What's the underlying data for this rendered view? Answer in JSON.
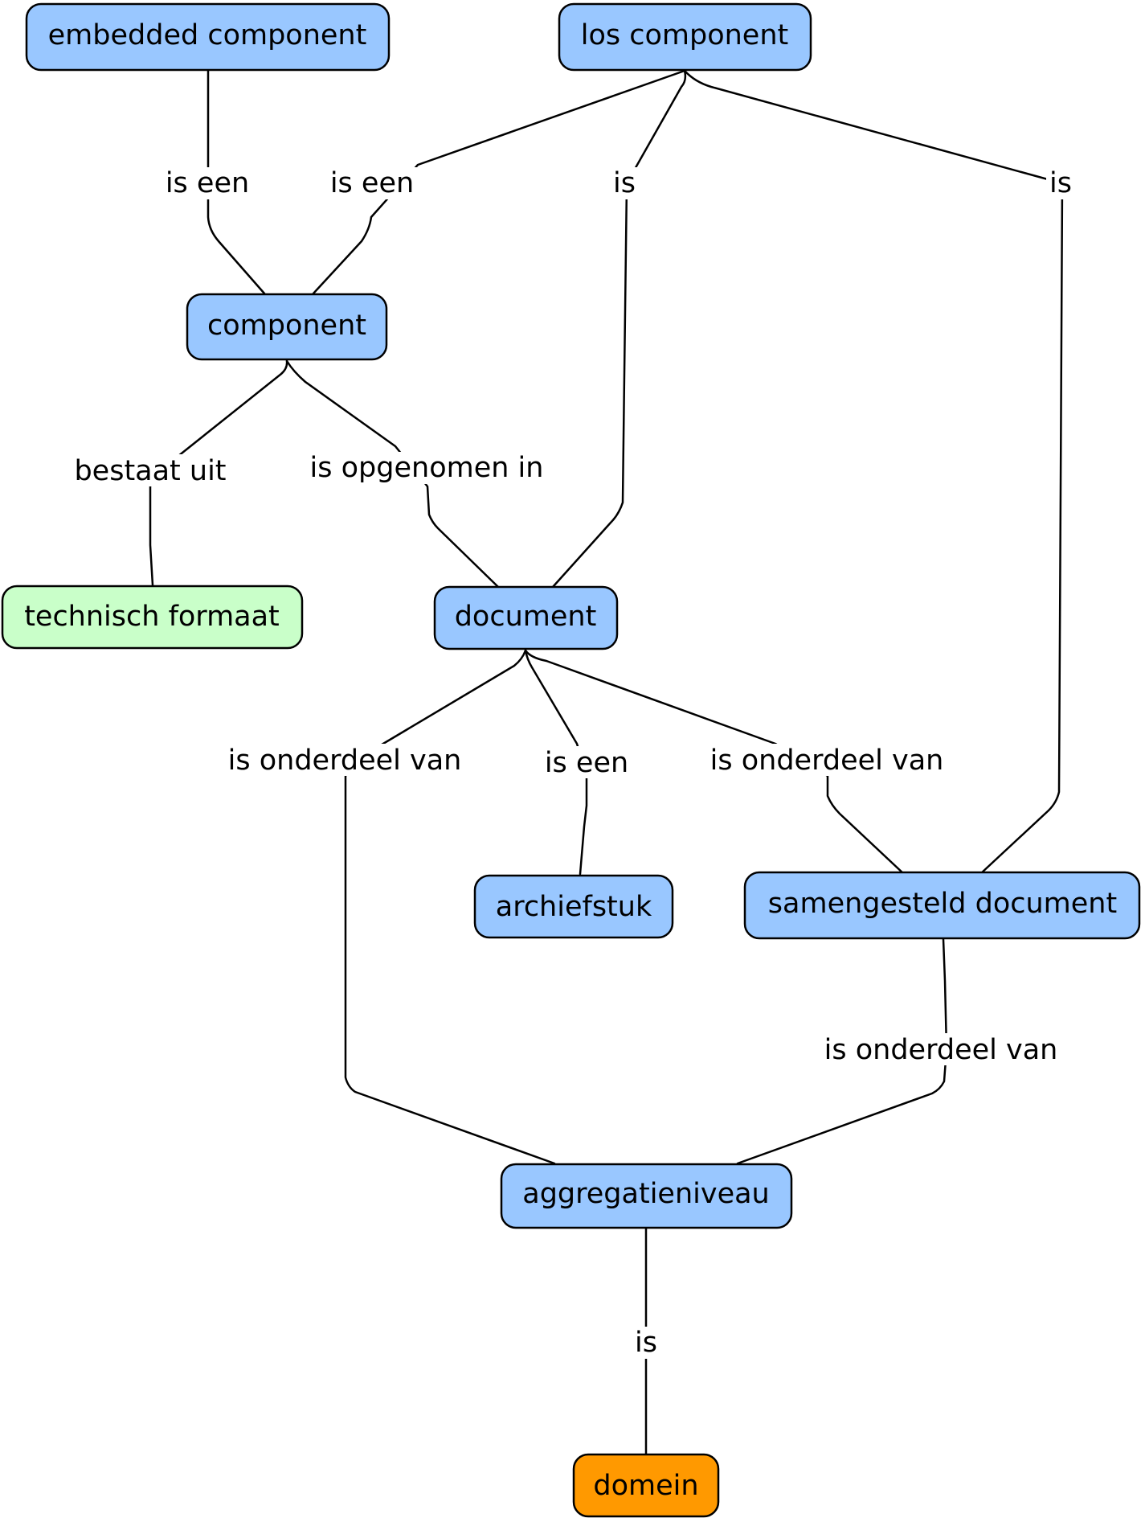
{
  "colors": {
    "concept": "#99c7ff",
    "format": "#c9ffc9",
    "domain": "#ff9900",
    "line": "#000000"
  },
  "nodes": {
    "embedded_component": "embedded component",
    "los_component": "los component",
    "component": "component",
    "technisch_formaat": "technisch formaat",
    "document": "document",
    "archiefstuk": "archiefstuk",
    "samengesteld_document": "samengesteld document",
    "aggregatieniveau": "aggregatieniveau",
    "domein": "domein"
  },
  "edges": {
    "embedded_is_een_component": "is een",
    "los_is_een_component": "is een",
    "los_is_document": "is",
    "los_is_samengesteld": "is",
    "component_bestaat_uit": "bestaat uit",
    "component_is_opgenomen_in": "is opgenomen in",
    "document_onderdeel_aggregatie": "is onderdeel van",
    "document_is_een_archiefstuk": "is een",
    "document_onderdeel_samengesteld": "is onderdeel van",
    "samengesteld_onderdeel_aggregatie": "is onderdeel van",
    "aggregatie_is_domein": "is"
  }
}
